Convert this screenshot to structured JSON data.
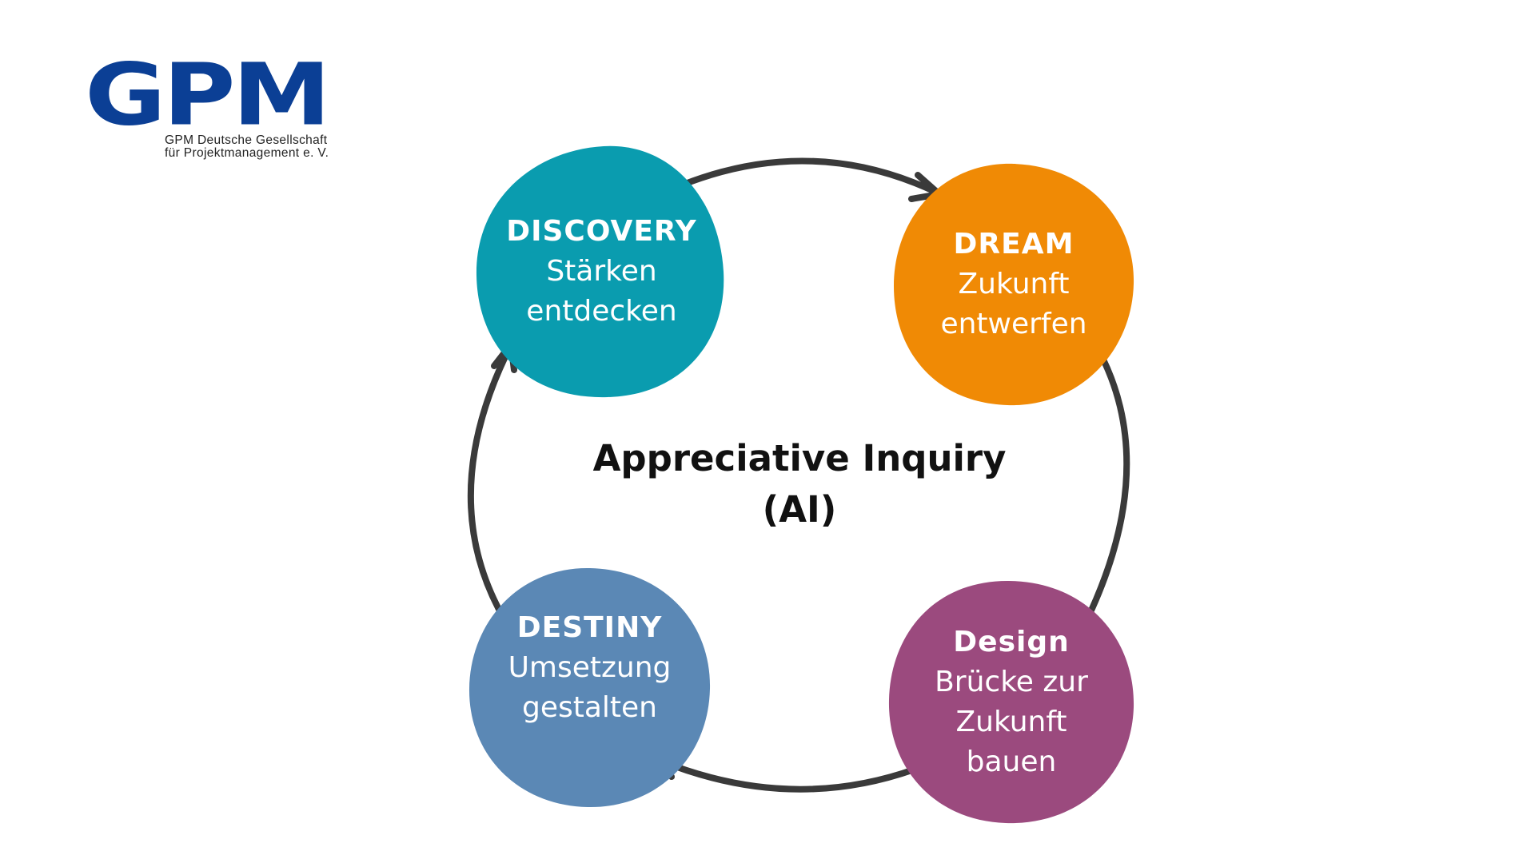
{
  "logo": {
    "mark": "GPM",
    "line1": "GPM Deutsche Gesellschaft",
    "line2": "für Projektmanagement e. V.",
    "color": "#0b3f95"
  },
  "center": {
    "line1": "Appreciative Inquiry",
    "line2": "(AI)"
  },
  "stages": [
    {
      "title": "DISCOVERY",
      "line1": "Stärken",
      "line2": "entdecken",
      "color": "#0a9caf"
    },
    {
      "title": "DREAM",
      "line1": "Zukunft",
      "line2": "entwerfen",
      "color": "#f08a05"
    },
    {
      "title": "Design",
      "line1": "Brücke zur",
      "line2": "Zukunft",
      "line3": "bauen",
      "color": "#9b4a7e"
    },
    {
      "title": "DESTINY",
      "line1": "Umsetzung",
      "line2": "gestalten",
      "color": "#5b88b5"
    }
  ],
  "arrow_color": "#3a3a3a"
}
